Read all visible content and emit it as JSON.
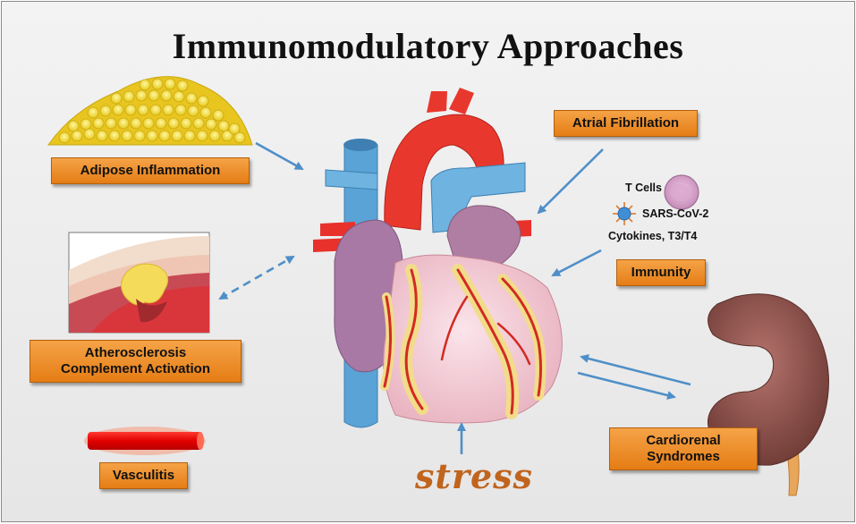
{
  "title": "Immunomodulatory Approaches",
  "labels": {
    "adipose": "Adipose Inflammation",
    "athero_line1": "Atherosclerosis",
    "athero_line2": "Complement Activation",
    "vasculitis": "Vasculitis",
    "atrial": "Atrial Fibrillation",
    "immunity": "Immunity",
    "cardiorenal_line1": "Cardiorenal",
    "cardiorenal_line2": "Syndromes",
    "stress": "stress"
  },
  "immunity_items": {
    "t_cells": "T Cells",
    "sars": "SARS-CoV-2",
    "cytokines": "Cytokines, T3/T4"
  },
  "icons": [
    "fat-tissue-icon",
    "artery-plaque-icon",
    "blood-vessel-icon",
    "heart-illustration",
    "t-cell-icon",
    "virus-icon",
    "kidney-illustration"
  ],
  "colors": {
    "label_fill": "#ee8a25",
    "arrow": "#4f8fc8",
    "stress_text": "#c0641e",
    "background": "#ebebeb"
  }
}
